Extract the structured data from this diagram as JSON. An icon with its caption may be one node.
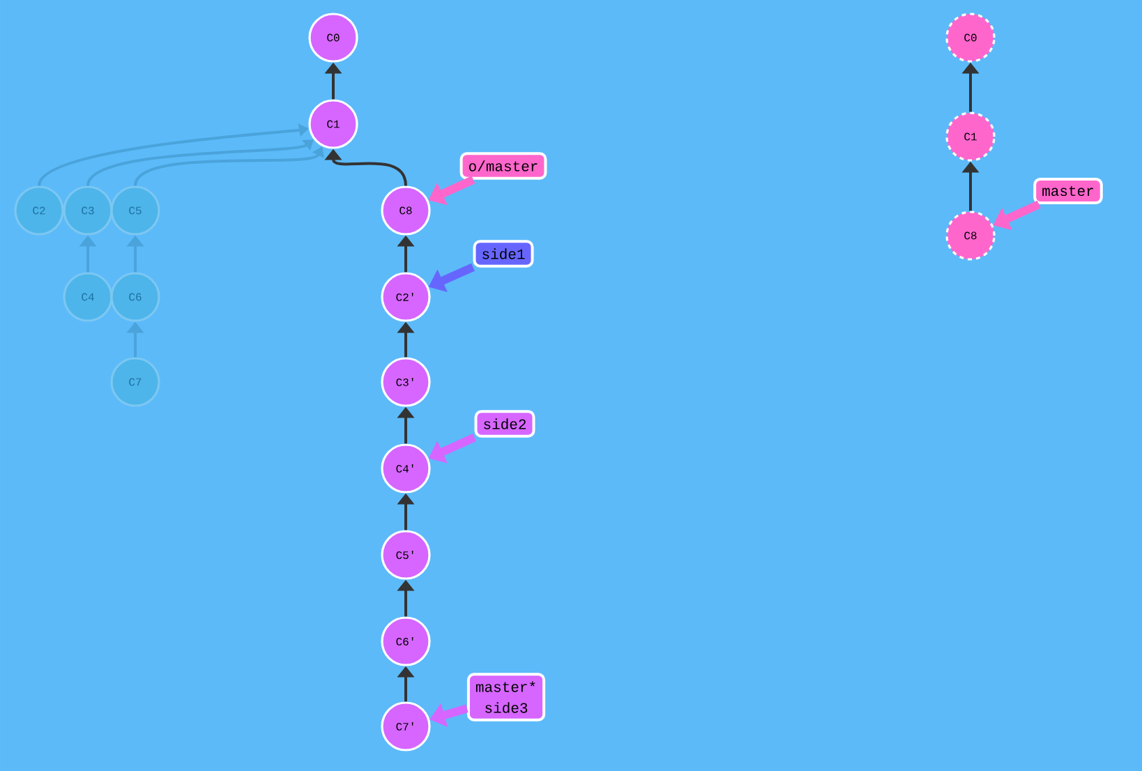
{
  "diagram": {
    "nodes": [
      {
        "text": [
          "C0"
        ]
      },
      {
        "text": [
          "C1"
        ]
      },
      {
        "text": [
          "C2"
        ]
      },
      {
        "text": [
          "C3"
        ]
      },
      {
        "text": [
          "C5"
        ]
      },
      {
        "text": [
          "C4"
        ]
      },
      {
        "text": [
          "C6"
        ]
      },
      {
        "text": [
          "C7"
        ]
      },
      {
        "text": [
          "C8"
        ]
      },
      {
        "text": [
          "C2'"
        ]
      },
      {
        "text": [
          "C3'"
        ]
      },
      {
        "text": [
          "C4'"
        ]
      },
      {
        "text": [
          "C5'"
        ]
      },
      {
        "text": [
          "C6'"
        ]
      },
      {
        "text": [
          "C7'"
        ]
      },
      {
        "text": [
          "o/master"
        ]
      },
      {
        "text": [
          "side1"
        ]
      },
      {
        "text": [
          "side2"
        ]
      },
      {
        "text": [
          "master*",
          "side3"
        ]
      },
      {
        "text": [
          "C0"
        ]
      },
      {
        "text": [
          "C1"
        ]
      },
      {
        "text": [
          "C8"
        ]
      },
      {
        "text": [
          "master"
        ]
      }
    ],
    "edges": [
      {
        "from": 1,
        "to": 0,
        "arrow": "to"
      },
      {
        "from": 2,
        "to": 1,
        "arrow": "to",
        "color": "#4aa3da"
      },
      {
        "from": 3,
        "to": 1,
        "arrow": "to",
        "color": "#4aa3da"
      },
      {
        "from": 4,
        "to": 1,
        "arrow": "to",
        "color": "#4aa3da"
      },
      {
        "from": 5,
        "to": 3,
        "arrow": "to",
        "color": "#4aa3da"
      },
      {
        "from": 6,
        "to": 4,
        "arrow": "to",
        "color": "#4aa3da"
      },
      {
        "from": 7,
        "to": 6,
        "arrow": "to",
        "color": "#4aa3da"
      },
      {
        "from": 8,
        "to": 1,
        "arrow": "to"
      },
      {
        "from": 9,
        "to": 8,
        "arrow": "to"
      },
      {
        "from": 10,
        "to": 9,
        "arrow": "to"
      },
      {
        "from": 11,
        "to": 10,
        "arrow": "to"
      },
      {
        "from": 12,
        "to": 11,
        "arrow": "to"
      },
      {
        "from": 13,
        "to": 12,
        "arrow": "to"
      },
      {
        "from": 14,
        "to": 13,
        "arrow": "to"
      },
      {
        "from": 20,
        "to": 19,
        "arrow": "to"
      },
      {
        "from": 21,
        "to": 20,
        "arrow": "to"
      },
      {
        "from": 15,
        "to": 8,
        "arrow": "to",
        "style": "thick",
        "color": "#ff66cc"
      },
      {
        "from": 16,
        "to": 9,
        "arrow": "to",
        "style": "thick",
        "color": "#6666ff"
      },
      {
        "from": 17,
        "to": 11,
        "arrow": "to",
        "style": "thick",
        "color": "#d666ff"
      },
      {
        "from": 18,
        "to": 14,
        "arrow": "to",
        "style": "thick",
        "color": "#d666ff"
      },
      {
        "from": 22,
        "to": 21,
        "arrow": "to",
        "style": "thick",
        "color": "#ff66cc"
      }
    ]
  }
}
